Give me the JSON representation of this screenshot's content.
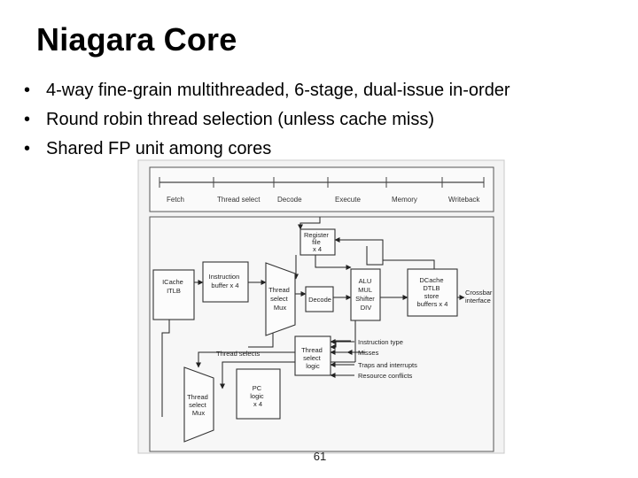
{
  "slide": {
    "title": "Niagara Core",
    "bullets": [
      "4-way fine-grain multithreaded, 6-stage, dual-issue in-order",
      "Round robin thread selection (unless cache miss)",
      "Shared FP unit among cores"
    ],
    "bullet_glyph": "•",
    "page_number": "61"
  },
  "diagram": {
    "stages": [
      "Fetch",
      "Thread select",
      "Decode",
      "Execute",
      "Memory",
      "Writeback"
    ],
    "blocks": {
      "icache": [
        "ICache",
        "ITLB"
      ],
      "instr_buffer": [
        "Instruction",
        "buffer x 4"
      ],
      "thread_mux": [
        "Thread",
        "select",
        "Mux"
      ],
      "decode": [
        "Decode"
      ],
      "regfile": [
        "Register",
        "file",
        "x 4"
      ],
      "alu": [
        "ALU",
        "MUL",
        "Shifter",
        "DIV"
      ],
      "dcache": [
        "DCache",
        "DTLB",
        "store",
        "buffers x 4"
      ],
      "crossbar": [
        "Crossbar",
        "interface"
      ],
      "thread_logic": [
        "Thread",
        "select",
        "logic"
      ],
      "pc_logic": [
        "PC",
        "logic",
        "x 4"
      ],
      "bottom_mux": [
        "Thread",
        "select",
        "Mux"
      ]
    },
    "thread_selects": "Thread selects",
    "inputs": [
      "Instruction type",
      "Misses",
      "Traps and interrupts",
      "Resource conflicts"
    ]
  }
}
